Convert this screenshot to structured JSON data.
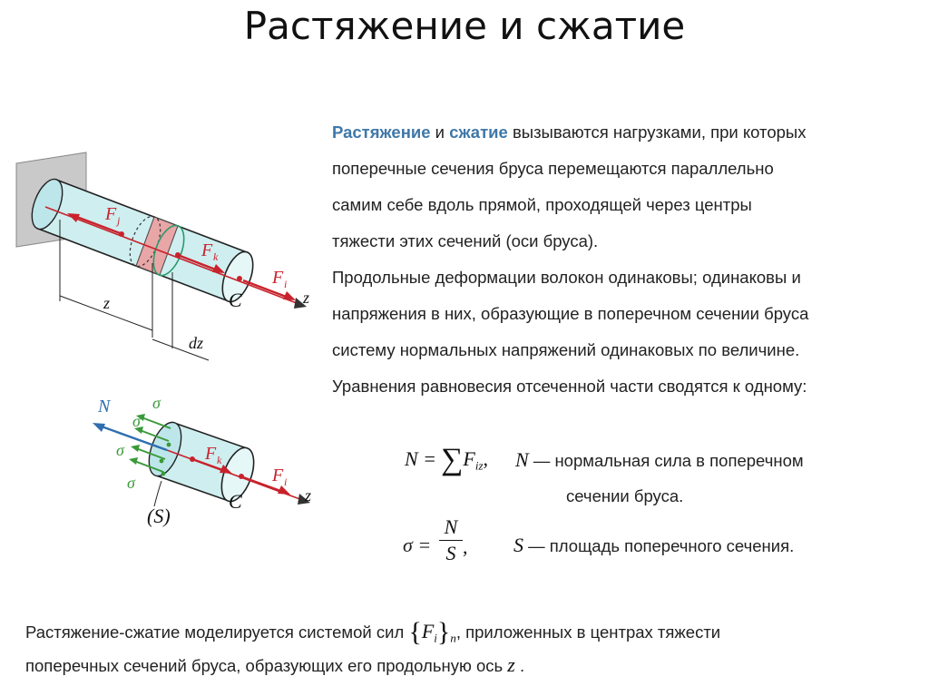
{
  "title": "Растяжение и сжатие",
  "intro": {
    "term1": "Растяжение",
    "conj": "и",
    "term2": "сжатие",
    "line1_rest": "вызываются нагрузками, при которых",
    "line2": "поперечные сечения бруса перемещаются параллельно",
    "line3": "самим себе вдоль прямой, проходящей через центры",
    "line4": "тяжести этих сечений (оси бруса).",
    "line5": "Продольные деформации волокон одинаковы; одинаковы и",
    "line6": "напряжения в них, образующие в поперечном сечении бруса",
    "line7": "систему нормальных напряжений одинаковых по величине.",
    "line8": "Уравнения равновесия отсеченной части сводятся к одному:"
  },
  "formulas": {
    "n_lhs": "N =",
    "n_sum": "∑",
    "n_term": "F",
    "n_sub": "iz",
    "n_comma": ",",
    "n_desc_var": "N",
    "n_desc_1": "— нормальная сила в поперечном",
    "n_desc_2": "сечении бруса.",
    "sigma_lhs": "σ =",
    "sigma_num": "N",
    "sigma_den": "S",
    "sigma_comma": ",",
    "s_var": "S",
    "s_desc": "— площадь поперечного сечения."
  },
  "footer": {
    "line1_a": "Растяжение-сжатие моделируется системой сил",
    "set_var": "F",
    "set_sub": "i",
    "set_n": "n",
    "line1_b": ", приложенных в центрах тяжести",
    "line2_a": "поперечных сечений бруса, образующих его продольную ось",
    "axis_var": "z",
    "line2_end": "."
  },
  "figure1": {
    "force_j": "F",
    "force_j_sub": "j",
    "force_k": "F",
    "force_k_sub": "k",
    "force_i": "F",
    "force_i_sub": "i",
    "center": "C",
    "axis": "z",
    "dim_z": "z",
    "dim_dz": "dz"
  },
  "figure2": {
    "normal": "N",
    "sigma": "σ",
    "force_k": "F",
    "force_k_sub": "k",
    "force_i": "F",
    "force_i_sub": "i",
    "center": "C",
    "axis": "z",
    "section": "(S)"
  },
  "colors": {
    "highlight": "#3f78a8",
    "force_red": "#c8232c",
    "stress_green": "#3a9a3a",
    "normal_blue": "#2f6fb0",
    "bar_fill": "#cfeef0",
    "ring_fill": "#e9a6a6"
  }
}
